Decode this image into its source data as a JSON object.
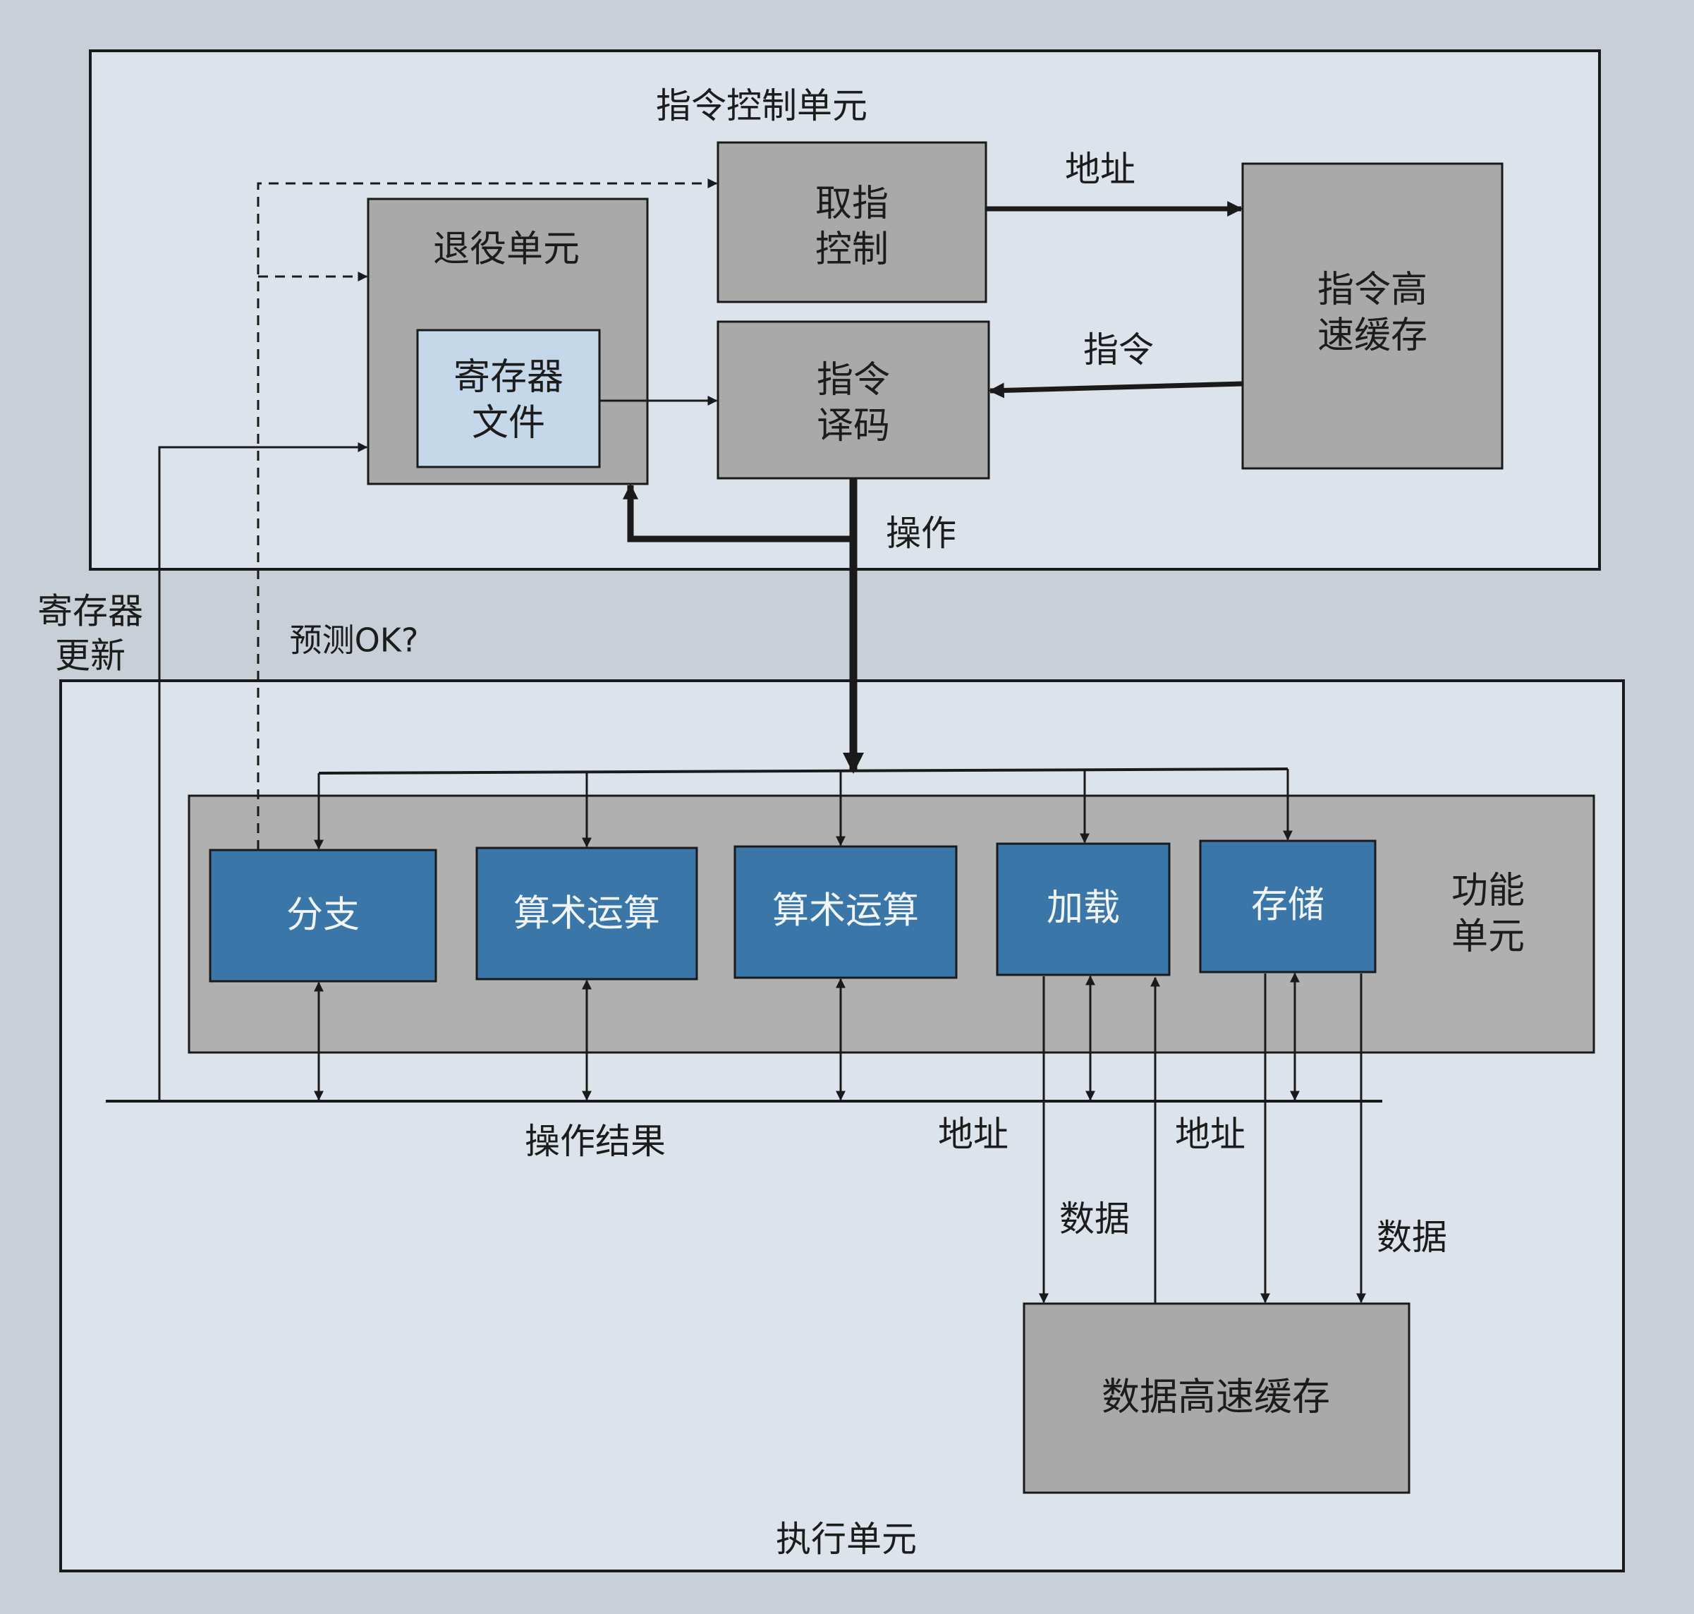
{
  "units": {
    "instruction_control": "指令控制单元",
    "execution": "执行单元",
    "functional": "功能\n单元"
  },
  "blocks": {
    "fetch_control": "取指\n控制",
    "instruction_cache": "指令高\n速缓存",
    "retirement": "退役单元",
    "register_file": "寄存器\n文件",
    "decode": "指令\n译码",
    "data_cache": "数据高速缓存"
  },
  "functional_units": [
    "分支",
    "算术运算",
    "算术运算",
    "加载",
    "存储"
  ],
  "signals": {
    "address_top": "地址",
    "instructions": "指令",
    "operations": "操作",
    "register_updates": "寄存器\n更新",
    "prediction_ok": "预测OK?",
    "operation_results": "操作结果",
    "address_load": "地址",
    "address_store": "地址",
    "data_load": "数据",
    "data_store": "数据"
  },
  "colors": {
    "outer_box": "#dde3ea",
    "gray_block": "#a9a9a9",
    "register_file": "#c4d8ea",
    "functional_unit": "#3a77a8",
    "functional_band": "#b0b0b0",
    "line": "#1a1a1a"
  }
}
